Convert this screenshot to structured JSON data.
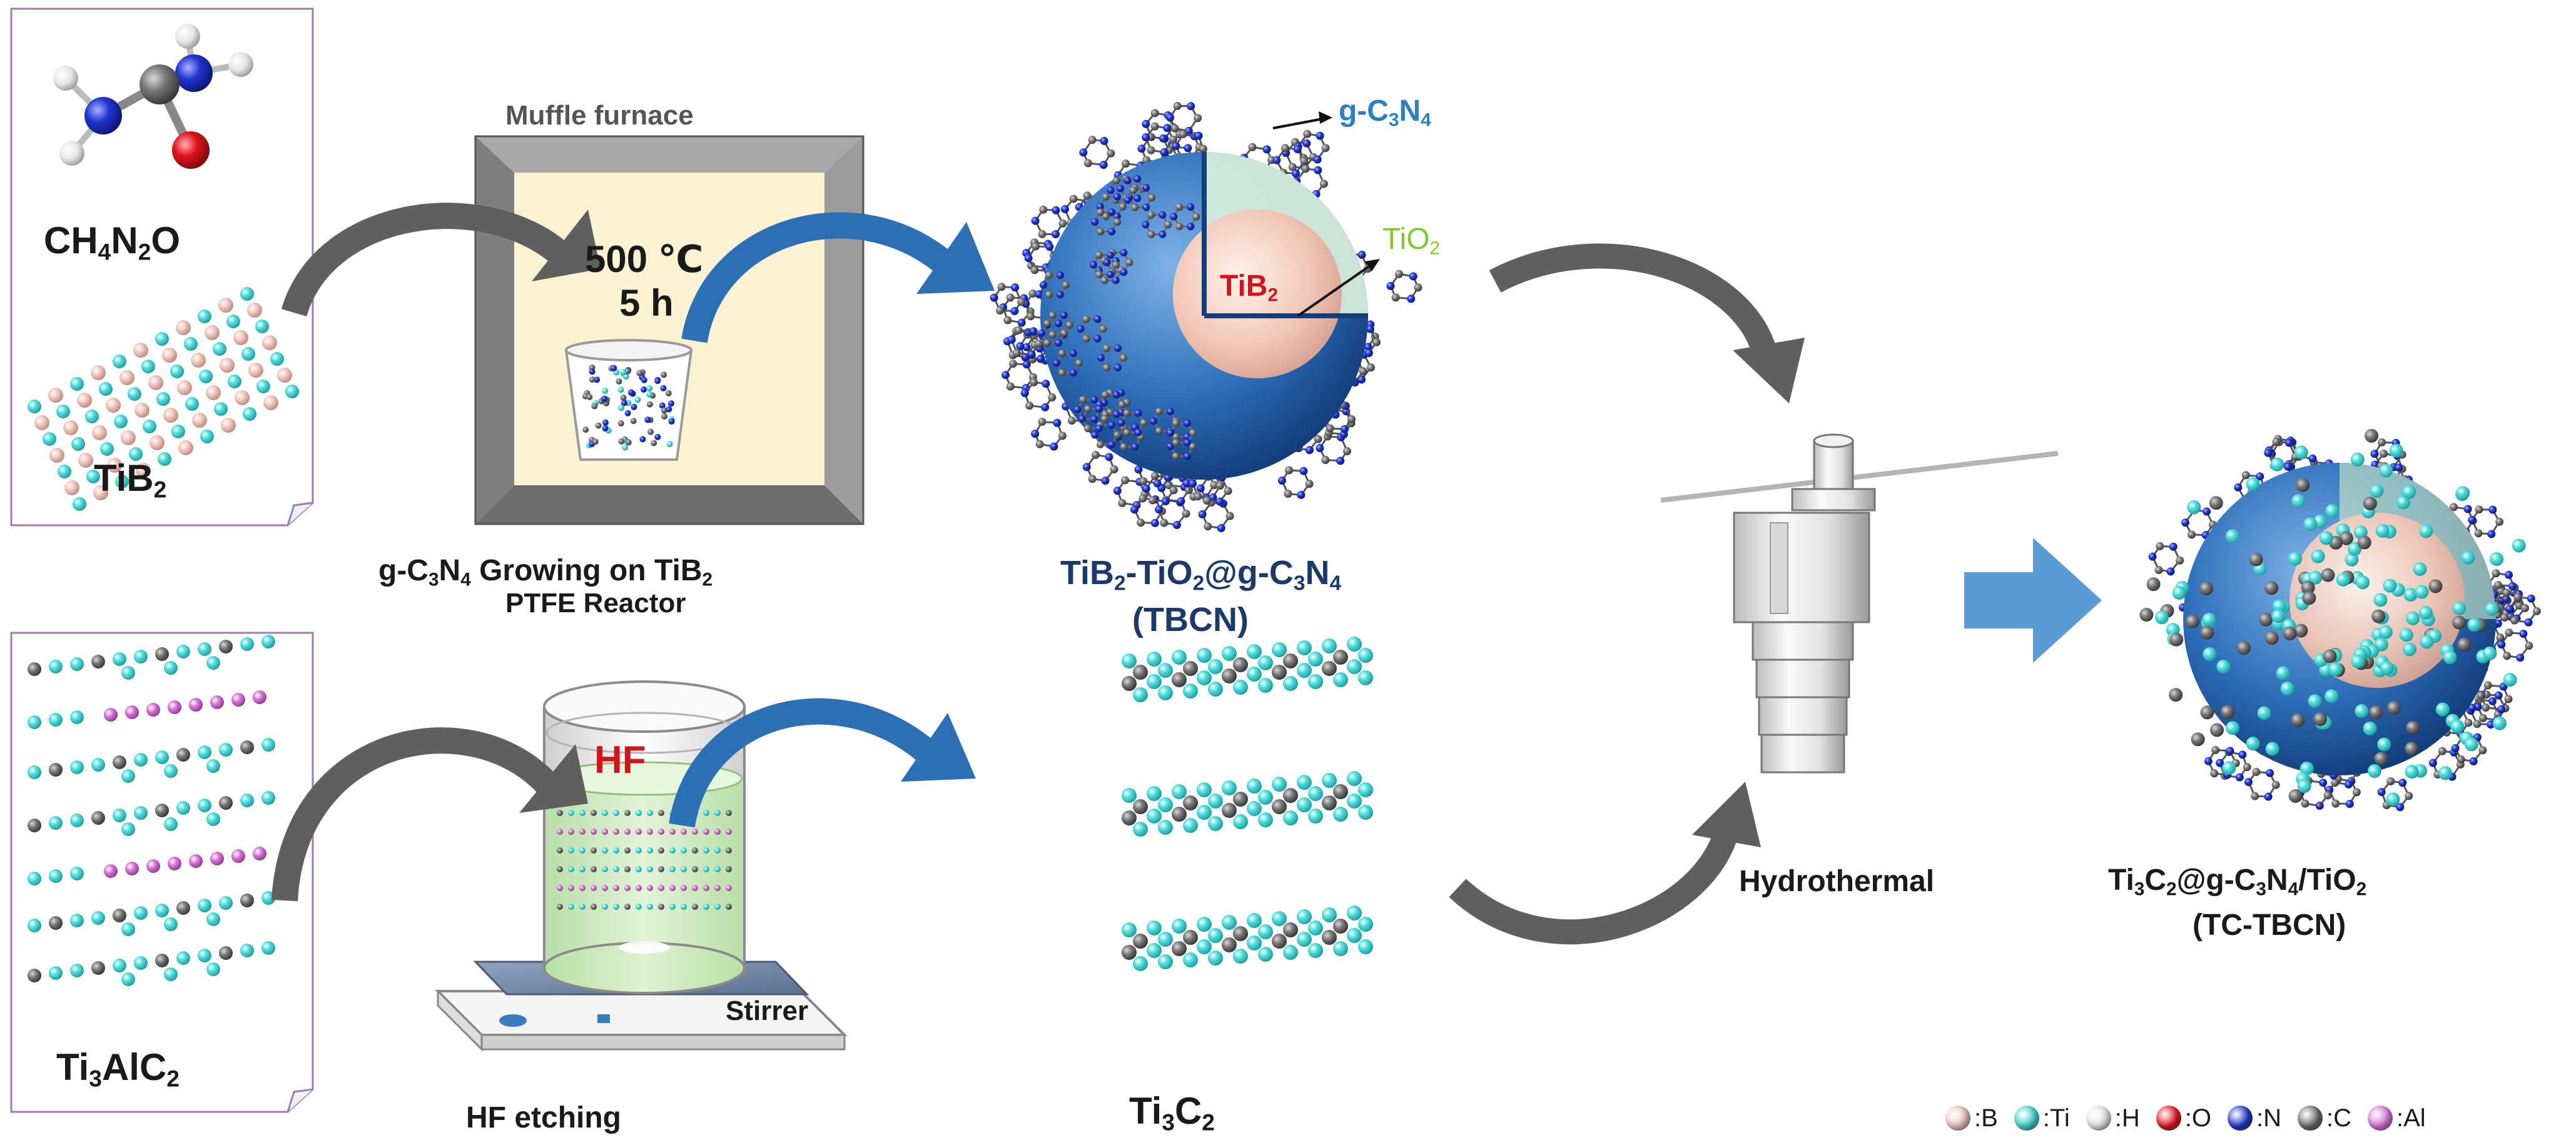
{
  "colors": {
    "arrow_gray": "#5f5f5f",
    "arrow_blue": "#2d6fb5",
    "arrow_light_blue": "#5b9bd5",
    "b_atom": "#f2c6bd",
    "ti_atom": "#3fd4d4",
    "h_atom": "#e8e8e8",
    "o_atom": "#e0141b",
    "n_atom": "#1f33c9",
    "c_atom": "#6b6b6b",
    "al_atom": "#d872d8",
    "label_navy": "#1b3a6b",
    "label_red": "#d4141b",
    "label_blue": "#2d7fc1",
    "label_green": "#7ecb2e"
  },
  "labels": {
    "urea_a": "CH",
    "urea_b": "4",
    "urea_c": "N",
    "urea_d": "2",
    "urea_e": "O",
    "tib2_a": "TiB",
    "tib2_b": "2",
    "ti3alc2_a": "Ti",
    "ti3alc2_b": "3",
    "ti3alc2_c": "AlC",
    "ti3alc2_d": "2",
    "furnace_title": "Muffle furnace",
    "furnace_temp": "500 ℃",
    "furnace_time": "5 h",
    "growing_a": "g-C",
    "growing_b": "3",
    "growing_c": "N",
    "growing_d": "4",
    "growing_e": " Growing on TiB",
    "growing_f": "2",
    "ptfe": "PTFE Reactor",
    "hf": "HF",
    "stirrer": "Stirrer",
    "hf_etching": "HF etching",
    "gcn_a": "g-C",
    "gcn_b": "3",
    "gcn_c": "N",
    "gcn_d": "4",
    "tio2_a": "TiO",
    "tio2_b": "2",
    "core_a": "TiB",
    "core_b": "2",
    "tbcn_a": "TiB",
    "tbcn_b": "2",
    "tbcn_c": "-TiO",
    "tbcn_d": "2",
    "tbcn_e": "@g-C",
    "tbcn_f": "3",
    "tbcn_g": "N",
    "tbcn_h": "4",
    "tbcn_abbr": "(TBCN)",
    "ti3c2_a": "Ti",
    "ti3c2_b": "3",
    "ti3c2_c": "C",
    "ti3c2_d": "2",
    "hydrothermal": "Hydrothermal",
    "product_a": "Ti",
    "product_b": "3",
    "product_c": "C",
    "product_d": "2",
    "product_e": "@g-C",
    "product_f": "3",
    "product_g": "N",
    "product_h": "4",
    "product_i": "/TiO",
    "product_j": "2",
    "product_abbr": "(TC-TBCN)"
  },
  "legend": [
    {
      "label": ":B",
      "color": "#f2c6bd"
    },
    {
      "label": ":Ti",
      "color": "#3fd4d4"
    },
    {
      "label": ":H",
      "color": "#e8e8e8"
    },
    {
      "label": ":O",
      "color": "#e0141b"
    },
    {
      "label": ":N",
      "color": "#1f33c9"
    },
    {
      "label": ":C",
      "color": "#6b6b6b"
    },
    {
      "label": ":Al",
      "color": "#d872d8"
    }
  ]
}
